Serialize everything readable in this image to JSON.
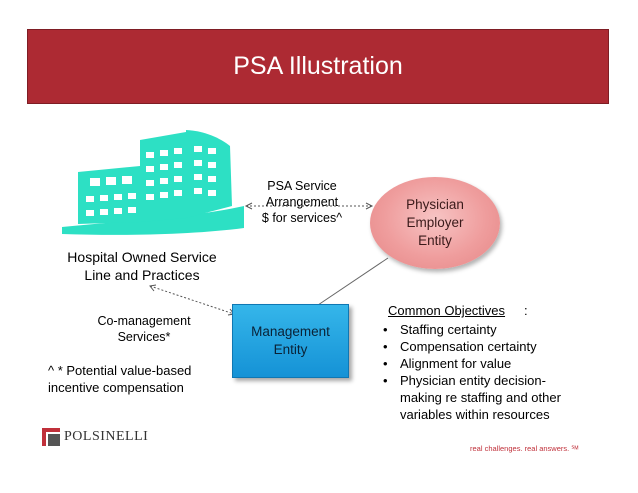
{
  "title": "PSA Illustration",
  "hospital": {
    "label_line1": "Hospital Owned Service",
    "label_line2": "Line and Practices"
  },
  "psa_arrangement": {
    "line1": "PSA Service",
    "line2": "Arrangement",
    "line3": "$ for services^"
  },
  "physician_entity": {
    "line1": "Physician",
    "line2": "Employer",
    "line3": "Entity"
  },
  "management_entity": {
    "line1": "Management",
    "line2": "Entity"
  },
  "co_management": {
    "line1": "Co-management",
    "line2": "Services*"
  },
  "note": {
    "line1": "^ * Potential value-based",
    "line2": "incentive compensation"
  },
  "objectives": {
    "title": "Common Objectives",
    "colon": ":",
    "items": [
      {
        "line1": "Staffing certainty"
      },
      {
        "line1": "Compensation certainty"
      },
      {
        "line1": "Alignment for value"
      },
      {
        "line1": "Physician entity decision-",
        "line2": "making re staffing and other",
        "line3": "variables within resources"
      }
    ]
  },
  "footer": {
    "logo_text": "POLSINELLI",
    "tagline": "real challenges.  real answers. ᔆᴹ"
  },
  "colors": {
    "title_bar": "#ad2a33",
    "hospital": "#2de0c4",
    "management": "#1f9fe0",
    "physician": "#ef9d9d",
    "tagline": "#c0303a"
  }
}
